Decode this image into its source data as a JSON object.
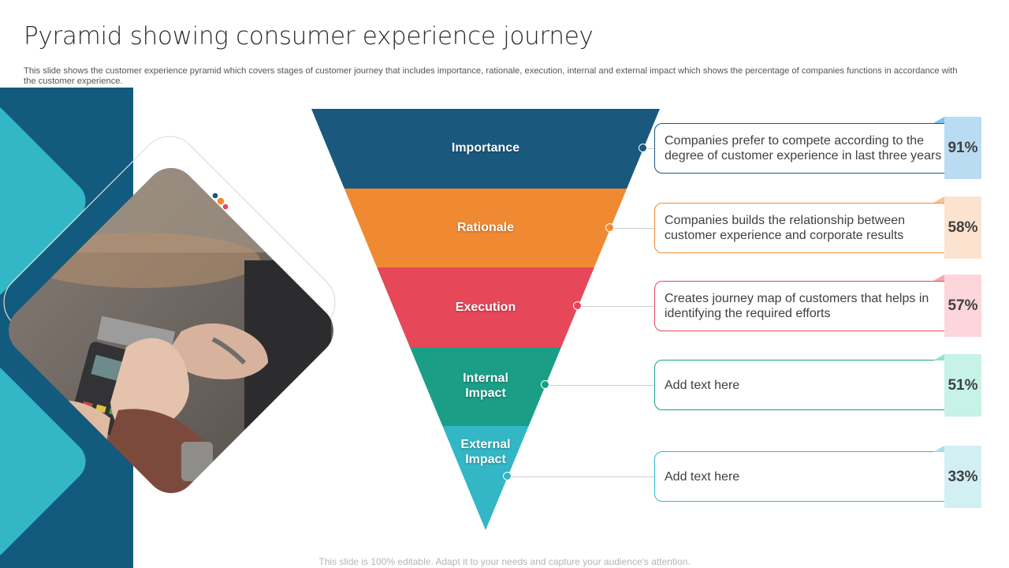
{
  "slide": {
    "title": "Pyramid showing consumer experience journey",
    "subtitle": "This slide shows the customer experience pyramid which covers stages of customer journey that includes importance, rationale, execution, internal and external impact which shows the percentage of companies functions in accordance with the customer experience.",
    "footer": "This slide is 100% editable. Adapt it to your needs and capture your audience's attention."
  },
  "layers": [
    {
      "label": "Importance",
      "color": "#1b587e",
      "description": "Companies prefer to compete according to the degree of customer experience in last three years",
      "percent": "91%",
      "pct_bg": "#b9dcf3",
      "pct_fold": "#7fc2ec"
    },
    {
      "label": "Rationale",
      "color": "#ef8a32",
      "description": "Companies builds the relationship between customer experience and corporate results",
      "percent": "58%",
      "pct_bg": "#fce3cf",
      "pct_fold": "#f6c49a"
    },
    {
      "label": "Execution",
      "color": "#e64759",
      "description": "Creates journey map of customers that helps in identifying the required efforts",
      "percent": "57%",
      "pct_bg": "#fcd6da",
      "pct_fold": "#f5a9b2"
    },
    {
      "label": "Internal Impact",
      "color": "#1a9e86",
      "description": "Add text here",
      "percent": "51%",
      "pct_bg": "#c6f3e6",
      "pct_fold": "#8ee4cc"
    },
    {
      "label": "External Impact",
      "color": "#33b6c6",
      "description": "Add text here",
      "percent": "33%",
      "pct_bg": "#d2eff4",
      "pct_fold": "#a4dde8"
    }
  ],
  "theme": {
    "dark_blue": "#135a7f",
    "teal": "#33b6c6"
  },
  "image": {
    "description_icon": "photo-card-payment-icon"
  }
}
